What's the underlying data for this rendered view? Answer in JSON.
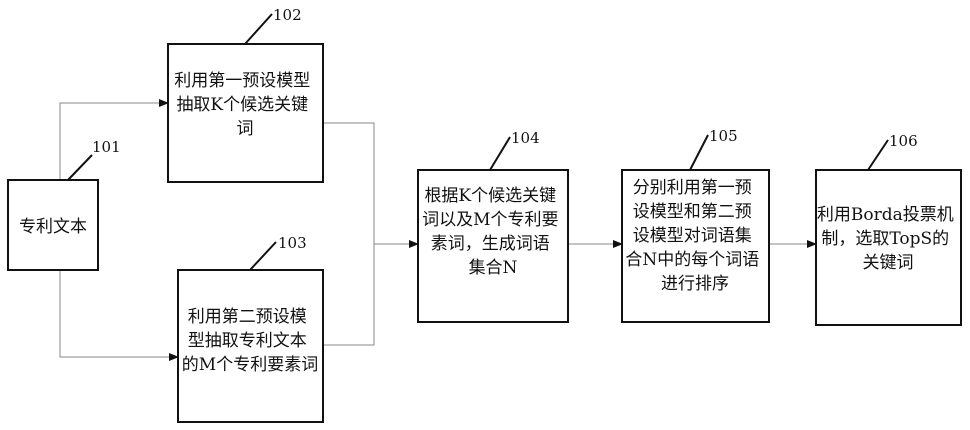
{
  "nodes": [
    {
      "id": "text",
      "lines": [
        "专利文本"
      ],
      "ref": "101"
    },
    {
      "id": "extract-k",
      "lines": [
        "利用第一预设模型",
        "抽取K个候选关键",
        "词"
      ],
      "ref": "102"
    },
    {
      "id": "extract-m",
      "lines": [
        "利用第二预设模",
        "型抽取专利文本",
        "的M个专利要素词"
      ],
      "ref": "103"
    },
    {
      "id": "generate-n",
      "lines": [
        "根据K个候选关键",
        "词以及M个专利要",
        "素词，生成词语",
        "集合N"
      ],
      "ref": "104"
    },
    {
      "id": "rank",
      "lines": [
        "分别利用第一预",
        "设模型和第二预",
        "设模型对词语集",
        "合N中的每个词语",
        "进行排序"
      ],
      "ref": "105"
    },
    {
      "id": "borda",
      "lines": [
        "利用Borda投票机",
        "制，选取TopS的",
        "关键词"
      ],
      "ref": "106"
    }
  ],
  "edges": [
    {
      "from": "text",
      "to": "extract-k"
    },
    {
      "from": "text",
      "to": "extract-m"
    },
    {
      "from": "extract-k",
      "to": "generate-n"
    },
    {
      "from": "extract-m",
      "to": "generate-n"
    },
    {
      "from": "generate-n",
      "to": "rank"
    },
    {
      "from": "rank",
      "to": "borda"
    }
  ],
  "colors": {
    "box_stroke": "#111111",
    "connector": "#888888",
    "text": "#111111"
  }
}
